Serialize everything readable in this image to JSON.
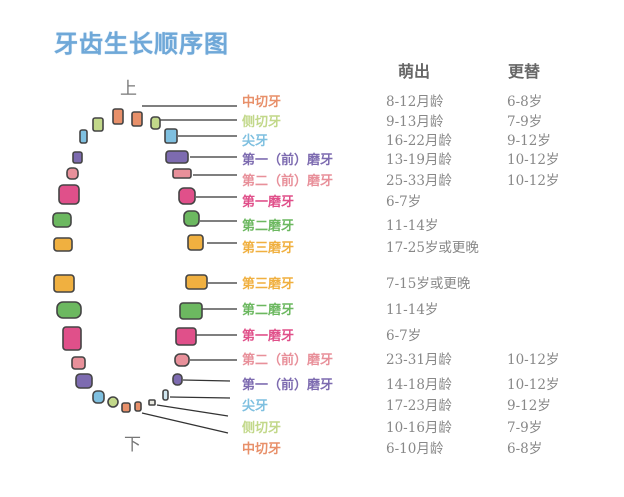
{
  "title": "牙齿生长顺序图",
  "jaw_labels": {
    "upper": "上",
    "lower": "下"
  },
  "headers": {
    "eruption": "萌出",
    "replacement": "更替"
  },
  "colors": {
    "central_incisor": "#e8906a",
    "lateral_incisor": "#c2d88a",
    "canine": "#7fc0e0",
    "first_premolar": "#7d6bb0",
    "second_premolar": "#e8909a",
    "first_molar": "#e0508a",
    "second_molar": "#6cb860",
    "third_molar": "#f0b040",
    "text": "#888888",
    "title": "#6fa8d8"
  },
  "upper": [
    {
      "name": "中切牙",
      "eruption": "8-12月龄",
      "replacement": "6-8岁",
      "color": "#e8906a"
    },
    {
      "name": "侧切牙",
      "eruption": "9-13月龄",
      "replacement": "7-9岁",
      "color": "#c2d88a"
    },
    {
      "name": "尖牙",
      "eruption": "16-22月龄",
      "replacement": "9-12岁",
      "color": "#7fc0e0"
    },
    {
      "name": "第一（前）磨牙",
      "eruption": "13-19月龄",
      "replacement": "10-12岁",
      "color": "#7d6bb0"
    },
    {
      "name": "第二（前）磨牙",
      "eruption": "25-33月龄",
      "replacement": "10-12岁",
      "color": "#e8909a"
    },
    {
      "name": "第一磨牙",
      "eruption": "6-7岁",
      "replacement": "",
      "color": "#e0508a"
    },
    {
      "name": "第二磨牙",
      "eruption": "11-14岁",
      "replacement": "",
      "color": "#6cb860"
    },
    {
      "name": "第三磨牙",
      "eruption": "17-25岁或更晚",
      "replacement": "",
      "color": "#f0b040"
    }
  ],
  "lower": [
    {
      "name": "第三磨牙",
      "eruption": "7-15岁或更晚",
      "replacement": "",
      "color": "#f0b040"
    },
    {
      "name": "第二磨牙",
      "eruption": "11-14岁",
      "replacement": "",
      "color": "#6cb860"
    },
    {
      "name": "第一磨牙",
      "eruption": "6-7岁",
      "replacement": "",
      "color": "#e0508a"
    },
    {
      "name": "第二（前）磨牙",
      "eruption": "23-31月龄",
      "replacement": "10-12岁",
      "color": "#e8909a"
    },
    {
      "name": "第一（前）磨牙",
      "eruption": "14-18月龄",
      "replacement": "10-12岁",
      "color": "#7d6bb0"
    },
    {
      "name": "尖牙",
      "eruption": "17-23月龄",
      "replacement": "9-12岁",
      "color": "#7fc0e0"
    },
    {
      "name": "侧切牙",
      "eruption": "10-16月龄",
      "replacement": "7-9岁",
      "color": "#c2d88a"
    },
    {
      "name": "中切牙",
      "eruption": "6-10月龄",
      "replacement": "6-8岁",
      "color": "#e8906a"
    }
  ]
}
